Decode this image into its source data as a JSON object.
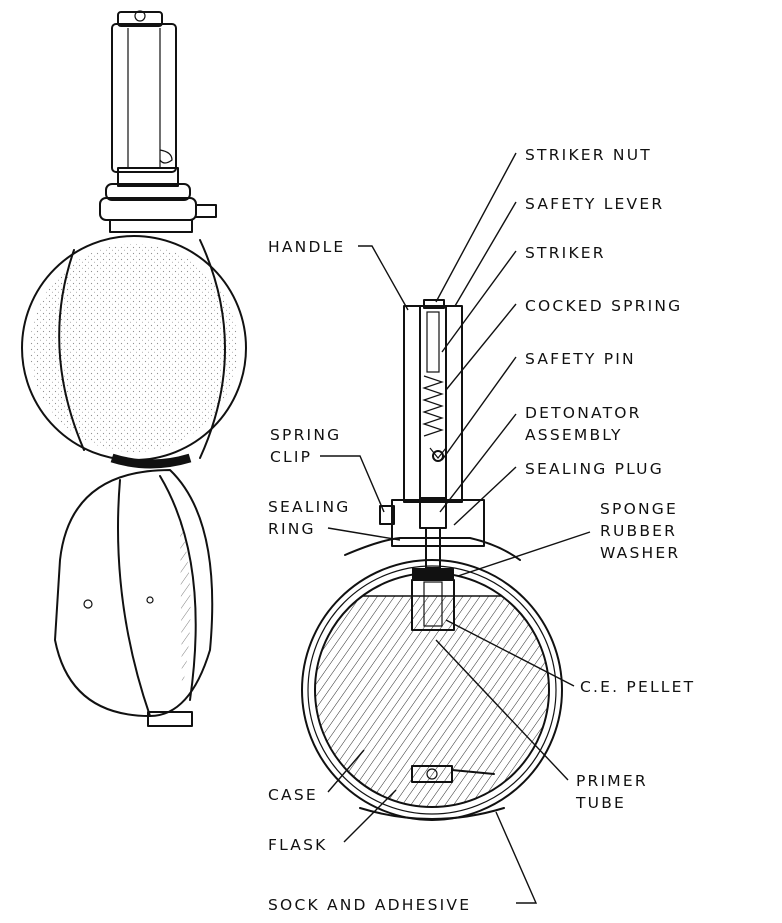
{
  "labels": {
    "striker_nut": "STRIKER NUT",
    "safety_lever": "SAFETY LEVER",
    "striker": "STRIKER",
    "cocked_spring": "COCKED SPRING",
    "safety_pin": "SAFETY PIN",
    "detonator_1": "DETONATOR",
    "detonator_2": "ASSEMBLY",
    "sealing_plug": "SEALING PLUG",
    "sponge_1": "SPONGE",
    "sponge_2": "RUBBER",
    "sponge_3": "WASHER",
    "handle": "HANDLE",
    "spring_clip_1": "SPRING",
    "spring_clip_2": "CLIP",
    "sealing_ring_1": "SEALING",
    "sealing_ring_2": "RING",
    "ce_pellet": "C.E. PELLET",
    "primer_1": "PRIMER",
    "primer_2": "TUBE",
    "case": "CASE",
    "flask": "FLASK",
    "sock": "SOCK AND ADHESIVE"
  },
  "colors": {
    "ink": "#111111",
    "paper": "#ffffff"
  }
}
